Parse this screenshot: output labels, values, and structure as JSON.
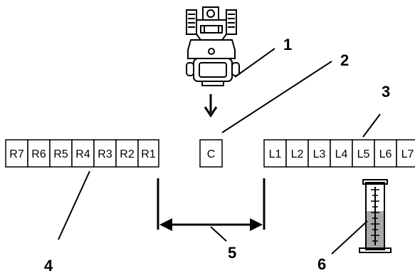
{
  "diagram": {
    "left_bank_labels": [
      "R7",
      "R6",
      "R5",
      "R4",
      "R3",
      "R2",
      "R1"
    ],
    "center_label": "C",
    "right_bank_labels": [
      "L1",
      "L2",
      "L3",
      "L4",
      "L5",
      "L6",
      "L7"
    ],
    "callouts": [
      "1",
      "2",
      "3",
      "4",
      "5",
      "6"
    ],
    "icons": [
      "rover-vehicle-icon",
      "down-arrow-icon",
      "double-arrow-icon",
      "measuring-cylinder-icon"
    ]
  }
}
